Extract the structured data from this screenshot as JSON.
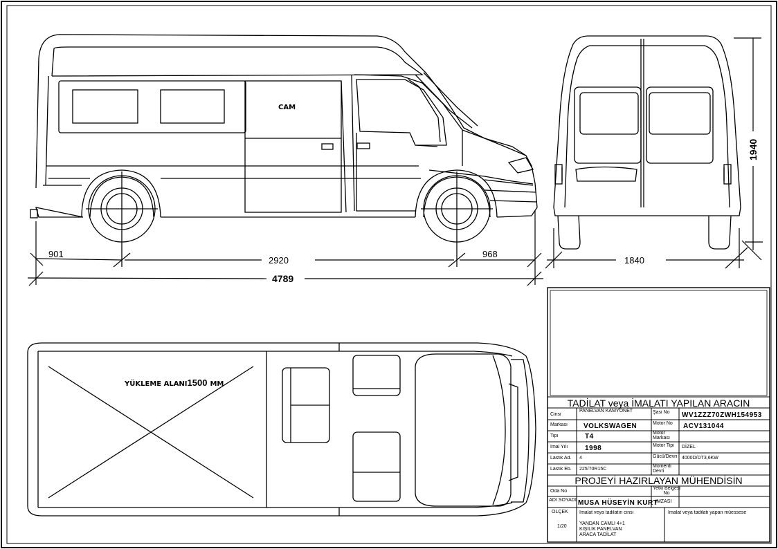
{
  "dimensions": {
    "rear_overhang": "901",
    "wheelbase": "2920",
    "front_overhang": "968",
    "overall_length": "4789",
    "overall_width": "1840",
    "overall_height": "1940"
  },
  "labels": {
    "glass": "CAM",
    "load_area_prefix": "YÜKLEME  ALANI",
    "load_area_value": "1500",
    "load_area_unit": "MM"
  },
  "title_block": {
    "header1": "TADİLAT  veya İMALATI YAPILAN ARACIN",
    "header2": "PROJEYİ HAZIRLAYAN MÜHENDİSİN",
    "rows": {
      "cinsi_label": "Cinsi",
      "cinsi_value": "PANELVAN KAMYONET",
      "sasi_label": "Şasi No",
      "sasi_value": "WV1ZZZ70ZWH154953",
      "markasi_label": "Markası",
      "markasi_value": "VOLKSWAGEN",
      "motor_no_label": "Motor No",
      "motor_no_value": "ACV131044",
      "tipi_label": "Tipi",
      "tipi_value": "T4",
      "motor_markasi_label": "Motor Markası",
      "imal_label": "İmal Yılı",
      "imal_value": "1998",
      "motor_tipi_label": "Motor Tipi",
      "motor_tipi_value": "DİZEL",
      "lastik_ad_label": "Lastik Ad.",
      "lastik_ad_value": "4",
      "guc_label": "Gücü/Devri",
      "guc_value": "4000D/DT3,6KW",
      "lastik_eb_label": "Lastik Eb.",
      "lastik_eb_value": "225/70R15C",
      "moment_label": "Momenti Devri",
      "oda_label": "Oda No",
      "yetki_label": "Yetki Belgesi No",
      "adi_label": "ADI SOYADI",
      "adi_value": "MUSA HÜSEYİN KURT",
      "imza_label": "İMZASI",
      "olcek_label": "ÖLÇEK",
      "olcek_value": "1/20",
      "tadilat_cinsi_label": "İmalat veya tadilatın cinsi",
      "tadilat_cinsi_value": "YANDAN CAMLI  4+1 KİŞİLİK PANELVAN ARACA TADİLAT",
      "muessese_label": "İmalat veya tadilatı yapan müessese"
    }
  }
}
